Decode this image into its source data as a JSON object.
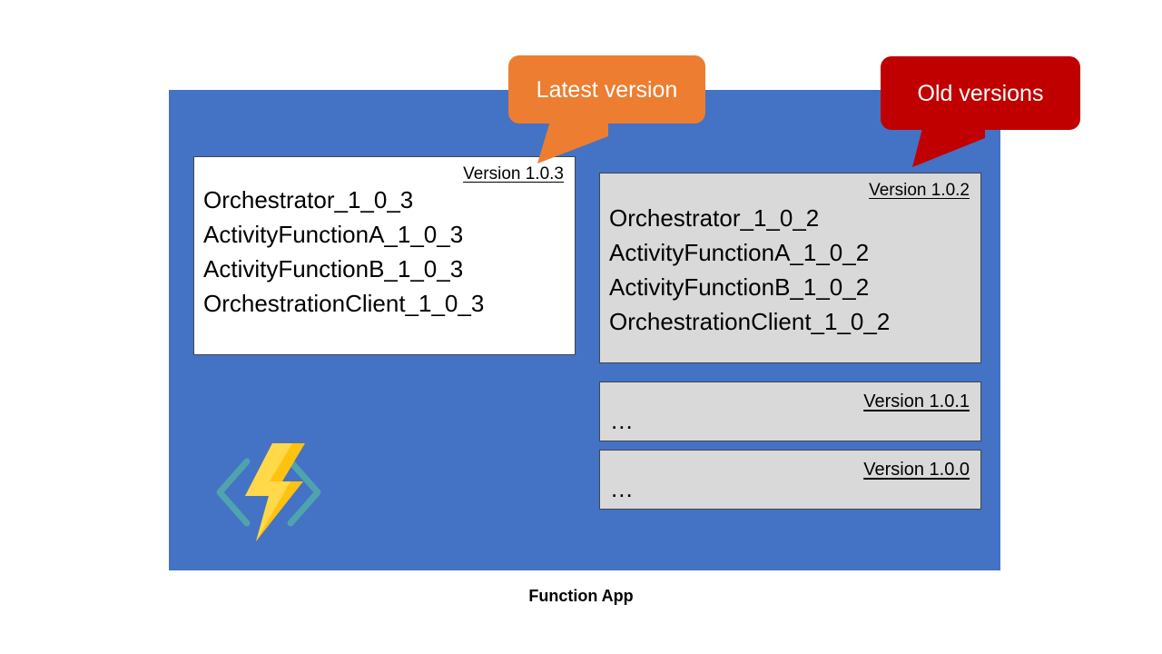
{
  "diagram": {
    "caption": "Function App",
    "container_color": "#4472C4",
    "latest_card_color": "#FFFFFF",
    "old_card_color": "#D9D9D9"
  },
  "callouts": {
    "latest": {
      "label": "Latest version",
      "color": "#ED7D31"
    },
    "old": {
      "label": "Old versions",
      "color": "#C00000"
    }
  },
  "versions": {
    "latest": {
      "version_label": "Version 1.0.3",
      "functions": [
        "Orchestrator_1_0_3",
        "ActivityFunctionA_1_0_3",
        "ActivityFunctionB_1_0_3",
        "OrchestrationClient_1_0_3"
      ]
    },
    "old": [
      {
        "version_label": "Version 1.0.2",
        "functions": [
          "Orchestrator_1_0_2",
          "ActivityFunctionA_1_0_2",
          "ActivityFunctionB_1_0_2",
          "OrchestrationClient_1_0_2"
        ]
      },
      {
        "version_label": "Version 1.0.1",
        "ellipsis": "..."
      },
      {
        "version_label": "Version 1.0.0",
        "ellipsis": "..."
      }
    ]
  },
  "logo": {
    "name": "azure-functions-logo",
    "bolt_color": "#FFC20E",
    "bolt_highlight_color": "#FFD94A",
    "bracket_color": "#4FA3AD"
  }
}
